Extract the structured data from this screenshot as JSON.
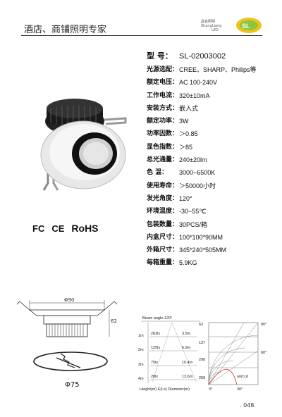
{
  "header": {
    "title": "酒店、商铺照明专家"
  },
  "logo": {
    "cn": "昌克照明",
    "en": "ShangLiang",
    "sub": "LED"
  },
  "specs": [
    {
      "label": "型  号：",
      "value": "SL-02003002"
    },
    {
      "label": "光源选配：",
      "value": "CREE、SHARP、Philips等"
    },
    {
      "label": "额定电压：",
      "value": "AC 100-240V"
    },
    {
      "label": "工作电流：",
      "value": "320±10mA"
    },
    {
      "label": "安装方式：",
      "value": "嵌入式"
    },
    {
      "label": "额定功率：",
      "value": "3W"
    },
    {
      "label": "功率因数：",
      "value": "＞0.85"
    },
    {
      "label": "显色指数：",
      "value": "＞85"
    },
    {
      "label": "总光通量：",
      "value": "240±20lm"
    },
    {
      "label": "色    温：",
      "value": "3000~6500K"
    },
    {
      "label": "使用寿命：",
      "value": "＞50000小时"
    },
    {
      "label": "发光角度：",
      "value": "120°"
    },
    {
      "label": "环境温度：",
      "value": "-30~55℃"
    },
    {
      "label": "包装数量：",
      "value": "30PCS/箱"
    },
    {
      "label": "内盒尺寸：",
      "value": "100*100*90MM"
    },
    {
      "label": "外箱尺寸：",
      "value": "345*240*505MM"
    },
    {
      "label": "每箱重量：",
      "value": "5.9KG"
    }
  ],
  "certs": {
    "fc": "FC",
    "ce": "CE",
    "rohs": "RoHS"
  },
  "drawing": {
    "diameter_label": "Φ90",
    "height_label": "62",
    "cutout_label": "Φ75"
  },
  "beam": {
    "title": "Beam angle:120°",
    "rows": [
      {
        "dist": "1m",
        "lux": "262lx",
        "diam": "3.5m"
      },
      {
        "dist": "2m",
        "lux": "125lx",
        "diam": "6.9m"
      },
      {
        "dist": "3m",
        "lux": "75lx",
        "diam": "10.4m"
      },
      {
        "dist": "4m",
        "lux": "28lx",
        "diam": "13.6m"
      }
    ],
    "footer": "Height(m)  E(Lx)  Diameter(m)",
    "polar_left": [
      "62",
      "137",
      "208",
      "258"
    ],
    "polar_angles": [
      "90°",
      "60°",
      "0°",
      "30°"
    ],
    "polar_unit": "unit:cd"
  },
  "page_number": ". 048."
}
